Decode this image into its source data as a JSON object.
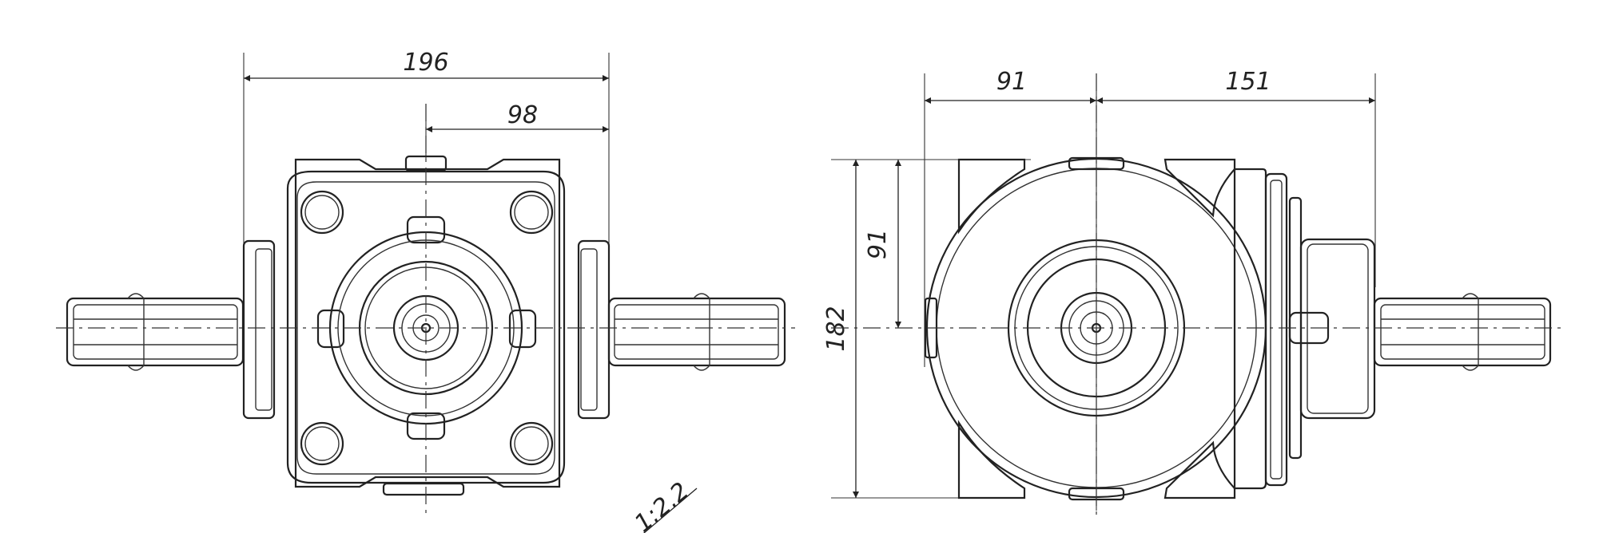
{
  "dimensions": {
    "front_width": "196",
    "front_half_width": "98",
    "side_left": "91",
    "side_right": "151",
    "side_half_height": "91",
    "side_height": "182"
  },
  "ratio_label": "1:2.2"
}
